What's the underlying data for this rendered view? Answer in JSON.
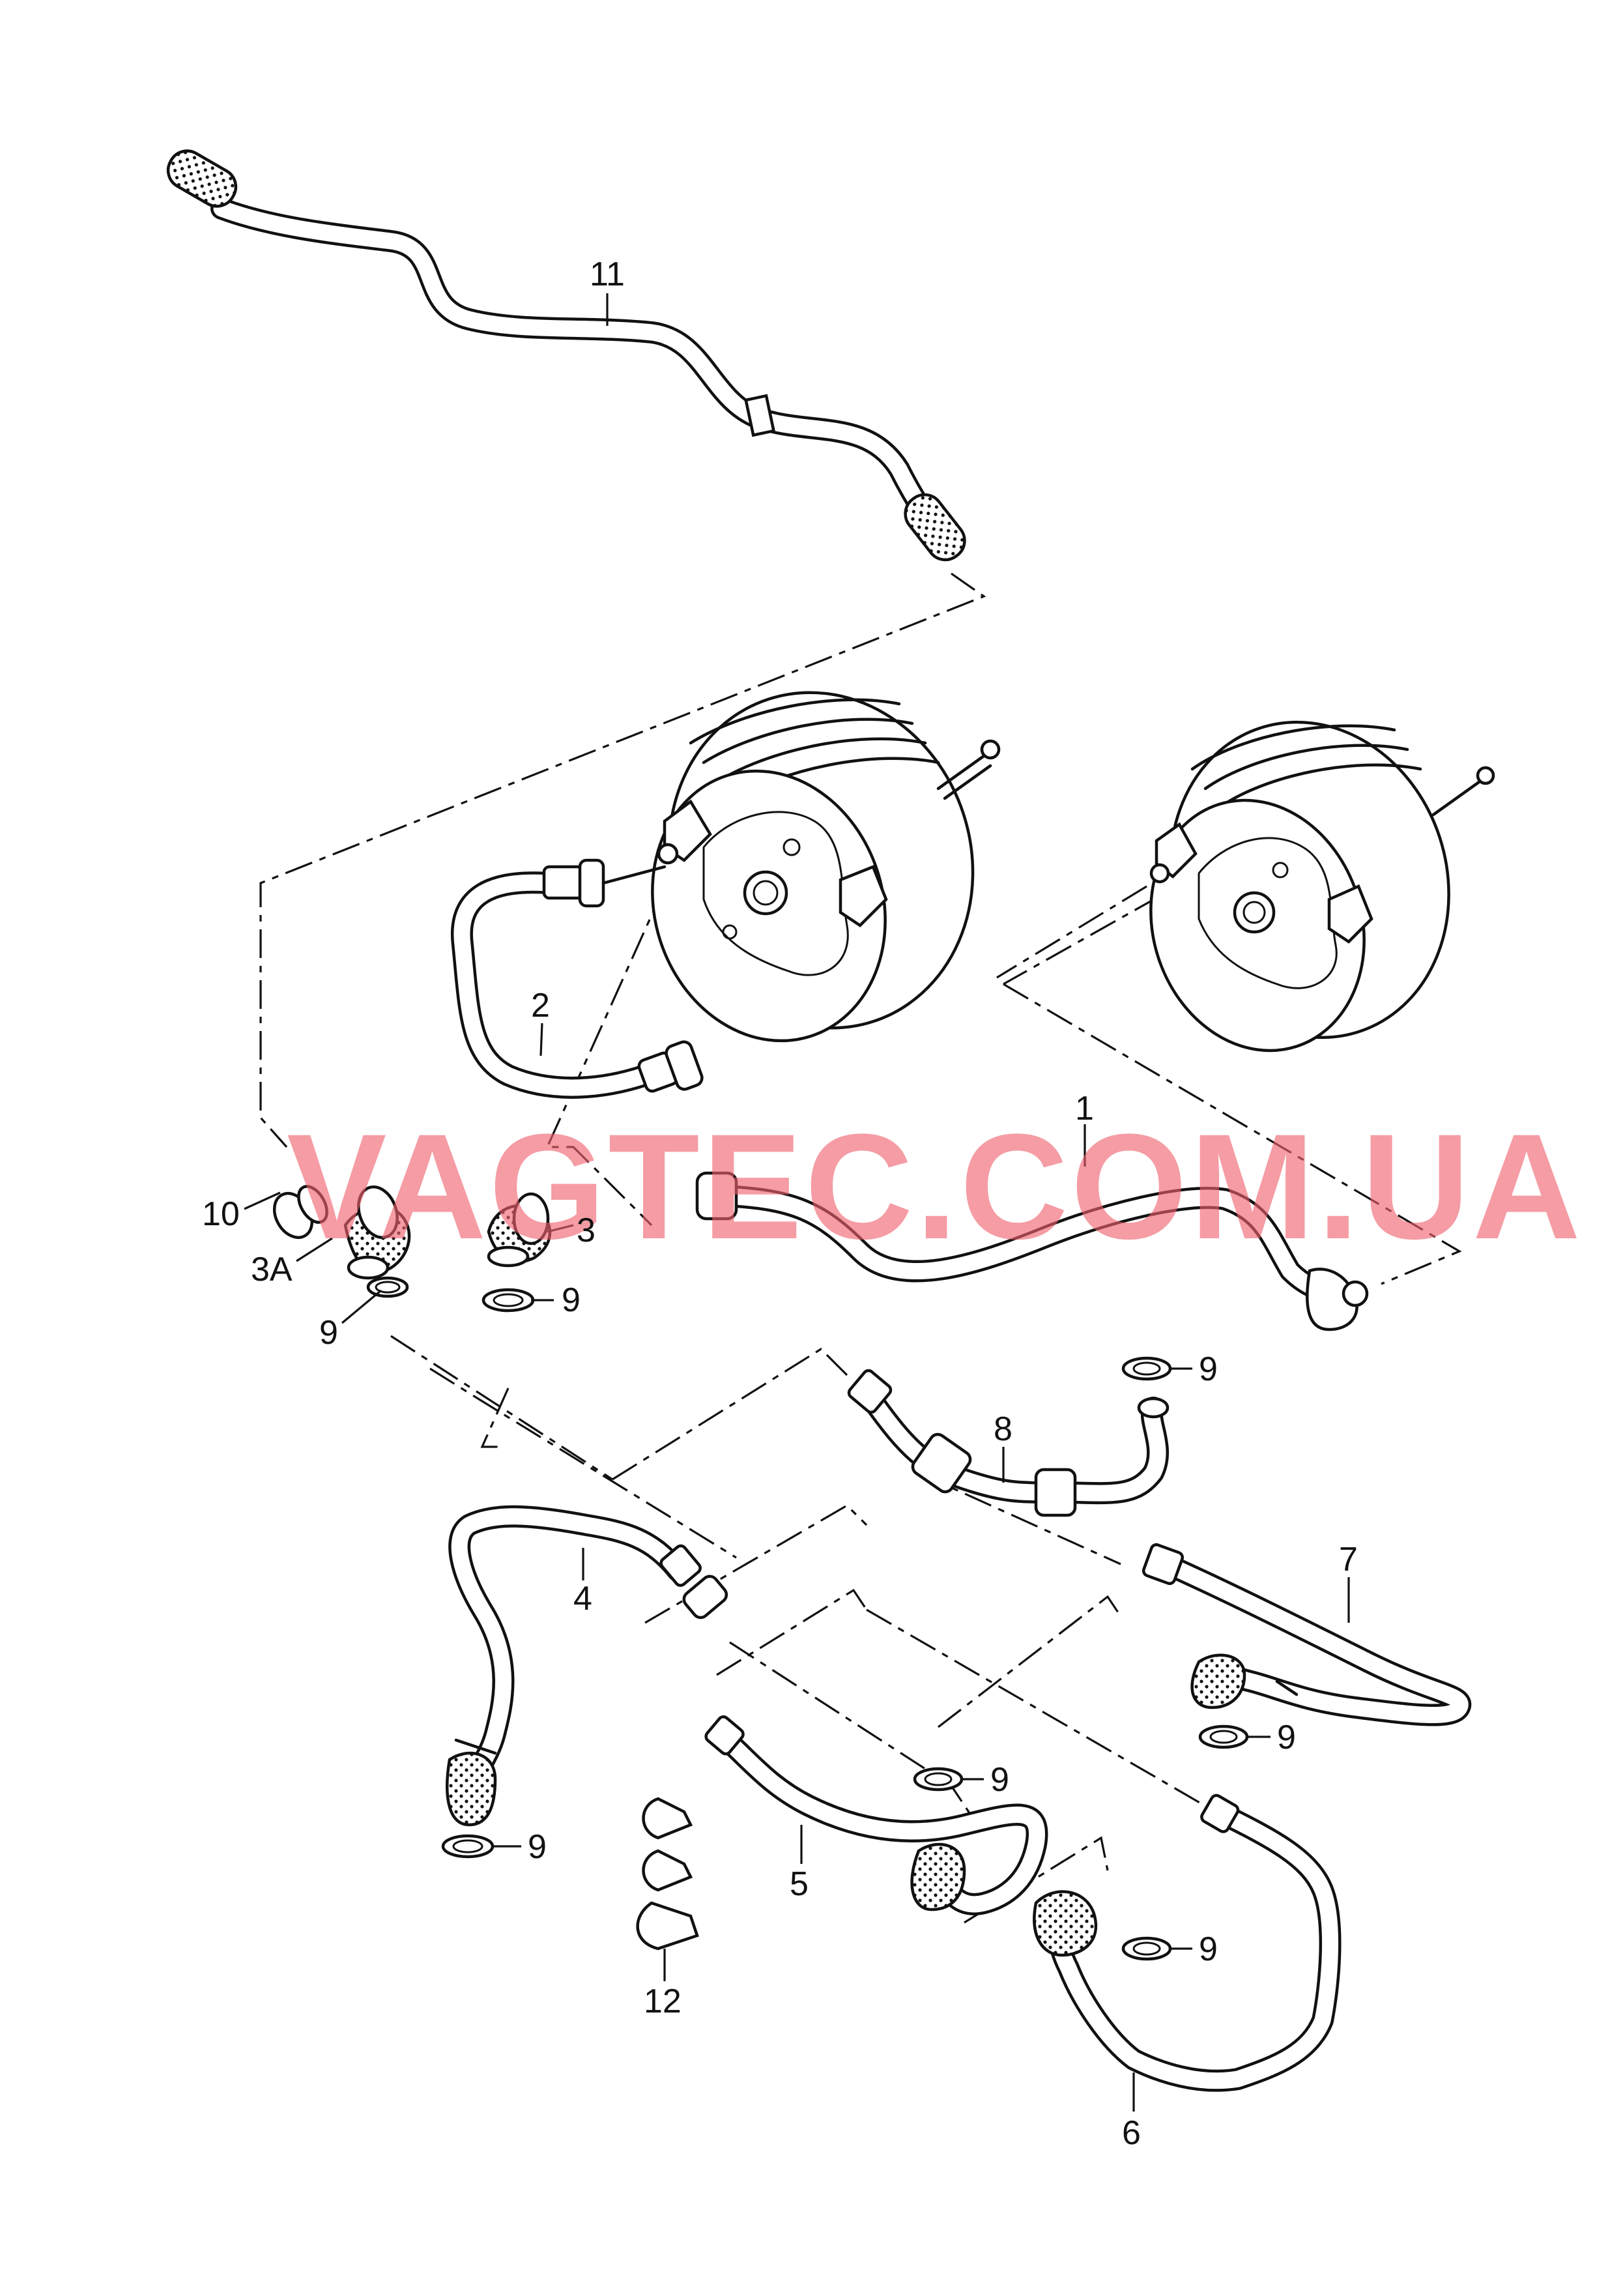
{
  "labels": {
    "p1": "1",
    "p2": "2",
    "p3": "3",
    "p3a": "3A",
    "p4": "4",
    "p5": "5",
    "p6": "6",
    "p7": "7",
    "p8": "8",
    "p9": "9",
    "p10": "10",
    "p11": "11",
    "p12": "12"
  },
  "watermark": "VAGTEC.COM.UA"
}
